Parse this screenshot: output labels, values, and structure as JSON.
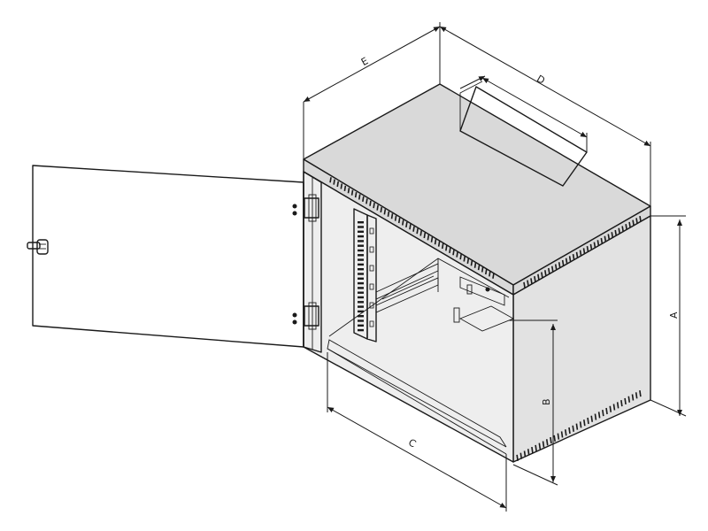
{
  "labels": {
    "a": "A",
    "b": "B",
    "c": "C",
    "d": "D",
    "e": "E"
  },
  "colors": {
    "line": "#1a1a1a",
    "top_face": "#d9d9d9",
    "side_face": "#e2e2e2",
    "inner": "#eeeeee"
  }
}
